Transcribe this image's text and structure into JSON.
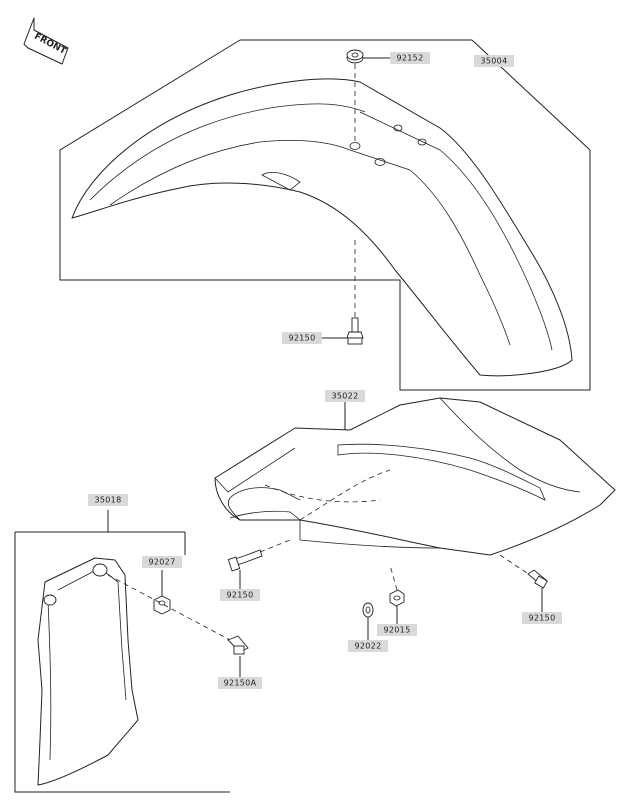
{
  "diagram": {
    "front_indicator": "FRONT",
    "labels": {
      "l_92152": "92152",
      "l_35004": "35004",
      "l_92150_top": "92150",
      "l_35022": "35022",
      "l_35018": "35018",
      "l_92027": "92027",
      "l_92150_left": "92150",
      "l_92150A": "92150A",
      "l_92015": "92015",
      "l_92022": "92022",
      "l_92150_right": "92150"
    }
  }
}
